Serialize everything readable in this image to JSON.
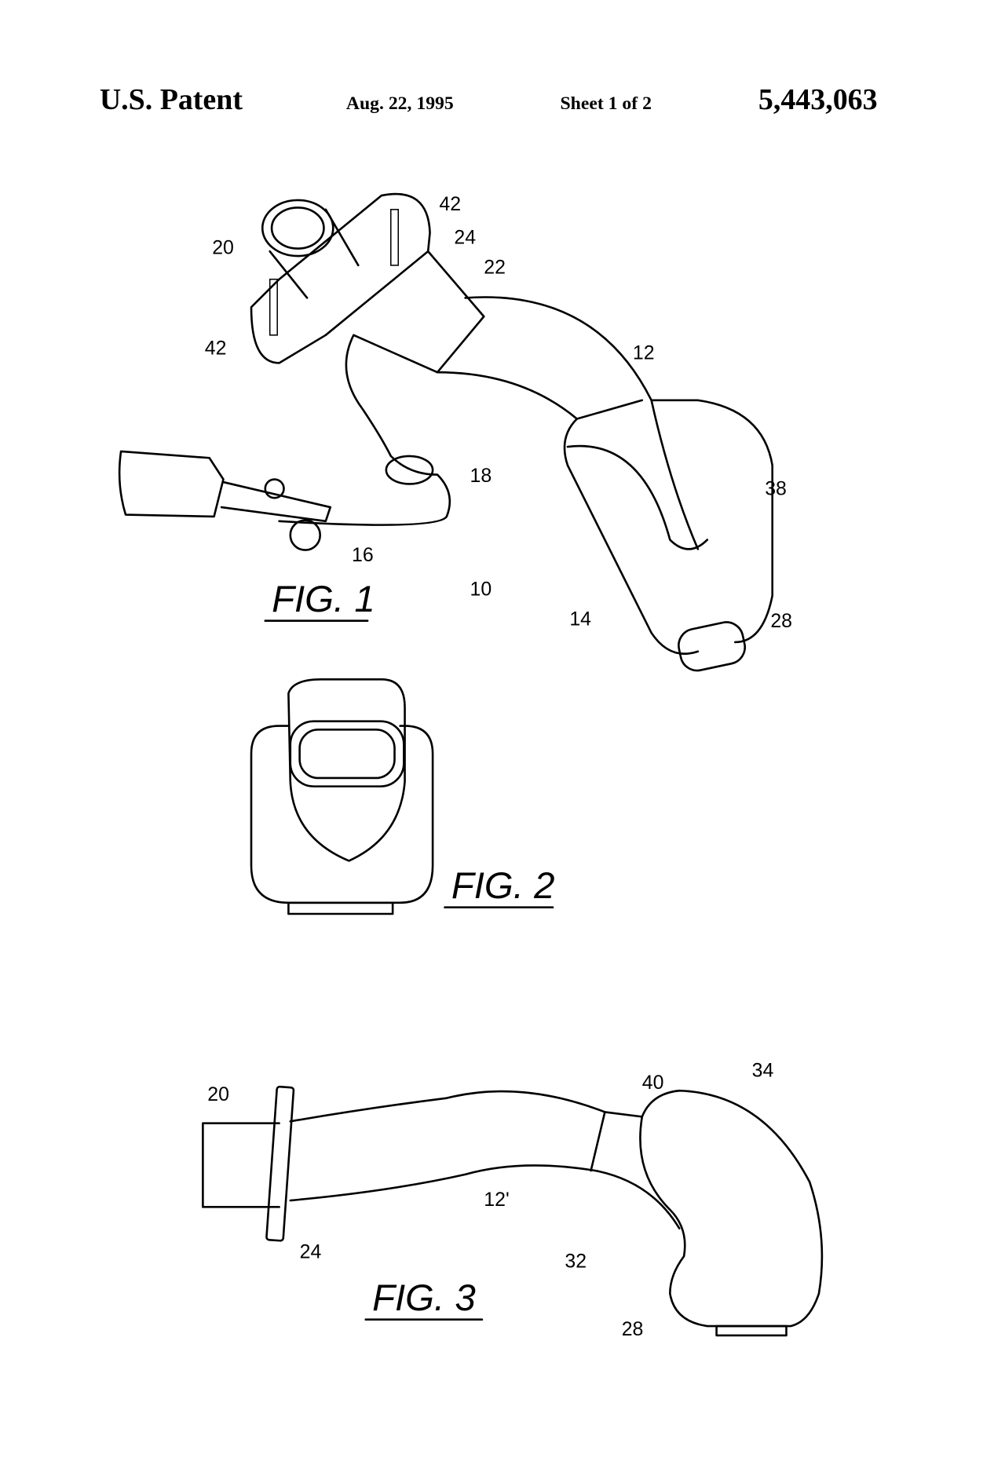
{
  "header": {
    "office": "U.S. Patent",
    "date": "Aug. 22, 1995",
    "sheet": "Sheet 1 of 2",
    "patent_number": "5,443,063"
  },
  "figures": [
    {
      "title": "FIG. 1",
      "labels": [
        "20",
        "42",
        "24",
        "22",
        "42",
        "12",
        "18",
        "38",
        "16",
        "10",
        "14",
        "28"
      ]
    },
    {
      "title": "FIG. 2",
      "labels": []
    },
    {
      "title": "FIG. 3",
      "labels": [
        "20",
        "40",
        "34",
        "12'",
        "24",
        "32",
        "28"
      ]
    }
  ]
}
